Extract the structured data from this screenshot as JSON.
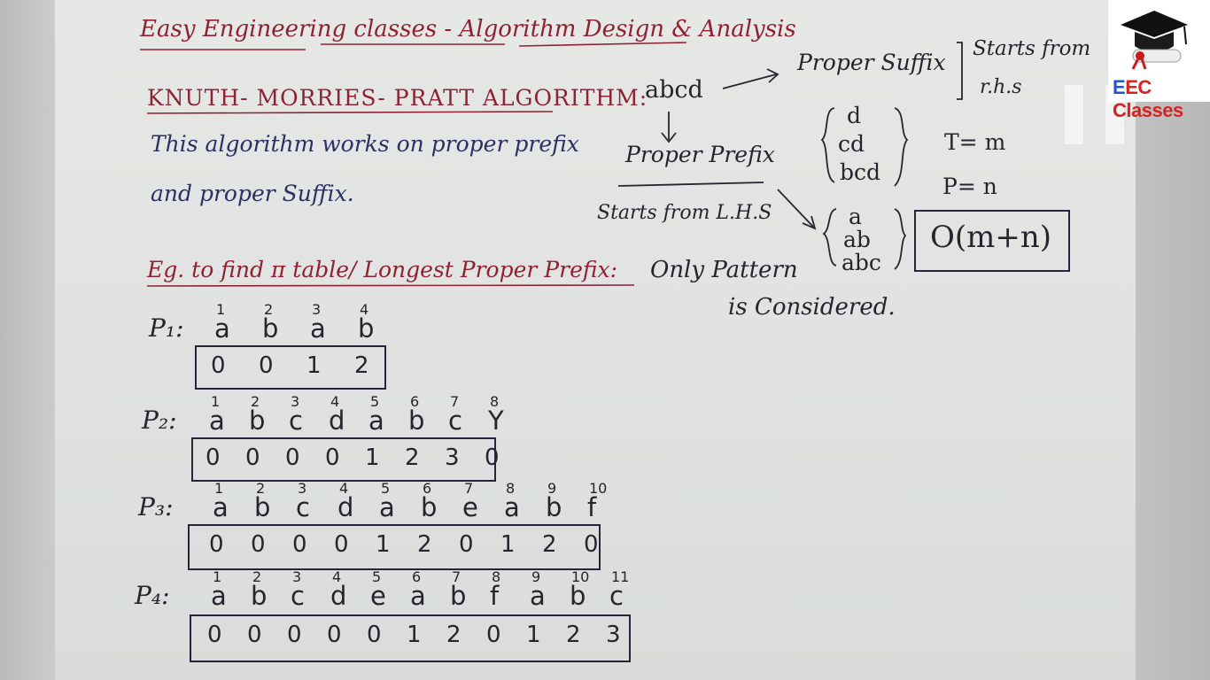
{
  "header": {
    "title": "Easy Engineering classes - Algorithm Design & Analysis",
    "logo_e": "E",
    "logo_rest": "EC Classes"
  },
  "topic": {
    "heading": "KNUTH- MORRIES- PRATT ALGORITHM:",
    "line1": "This algorithm works on proper prefix",
    "line2": "and proper Suffix."
  },
  "diagram": {
    "word": "abcd",
    "proper_suffix": "Proper Suffix",
    "suffix_note_1": "Starts from",
    "suffix_note_2": "r.h.s",
    "suffixes": [
      "d",
      "cd",
      "bcd"
    ],
    "proper_prefix": "Proper Prefix",
    "prefix_note": "Starts from L.H.S",
    "prefixes": [
      "a",
      "ab",
      "abc"
    ],
    "text_len": "T= m",
    "pattern_len": "P= n",
    "complexity": "O(m+n)"
  },
  "example": {
    "heading": "Eg. to find π table/ Longest Proper Prefix:",
    "note_1": "Only Pattern",
    "note_2": "is Considered."
  },
  "patterns": [
    {
      "label": "P₁:",
      "indices": [
        "1",
        "2",
        "3",
        "4"
      ],
      "chars": [
        "a",
        "b",
        "a",
        "b"
      ],
      "values": [
        "0",
        "0",
        "1",
        "2"
      ]
    },
    {
      "label": "P₂:",
      "indices": [
        "1",
        "2",
        "3",
        "4",
        "5",
        "6",
        "7",
        "8"
      ],
      "chars": [
        "a",
        "b",
        "c",
        "d",
        "a",
        "b",
        "c",
        "Y"
      ],
      "values": [
        "0",
        "0",
        "0",
        "0",
        "1",
        "2",
        "3",
        "0"
      ]
    },
    {
      "label": "P₃:",
      "indices": [
        "1",
        "2",
        "3",
        "4",
        "5",
        "6",
        "7",
        "8",
        "9",
        "10"
      ],
      "chars": [
        "a",
        "b",
        "c",
        "d",
        "a",
        "b",
        "e",
        "a",
        "b",
        "f"
      ],
      "values": [
        "0",
        "0",
        "0",
        "0",
        "1",
        "2",
        "0",
        "1",
        "2",
        "0"
      ]
    },
    {
      "label": "P₄:",
      "indices": [
        "1",
        "2",
        "3",
        "4",
        "5",
        "6",
        "7",
        "8",
        "9",
        "10",
        "11"
      ],
      "chars": [
        "a",
        "b",
        "c",
        "d",
        "e",
        "a",
        "b",
        "f",
        "a",
        "b",
        "c"
      ],
      "values": [
        "0",
        "0",
        "0",
        "0",
        "0",
        "1",
        "2",
        "0",
        "1",
        "2",
        "3"
      ]
    }
  ]
}
